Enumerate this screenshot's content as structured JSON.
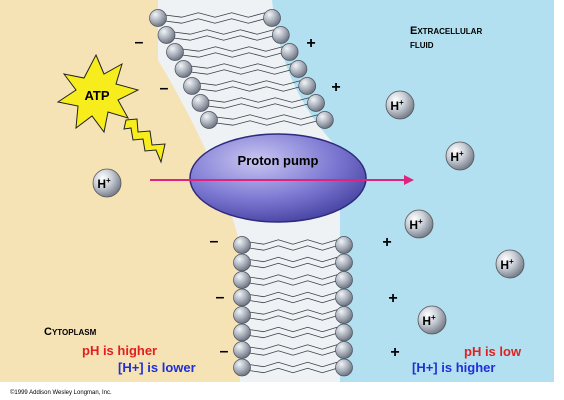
{
  "labels": {
    "extracellular_line1": "Extracellular",
    "extracellular_line2": "fluid",
    "cytoplasm": "Cytoplasm",
    "atp": "ATP",
    "proton_pump": "Proton pump",
    "hydrogen_ion": "H",
    "hydrogen_ion_charge": "+",
    "cyto_ph": "pH is higher",
    "cyto_h": "[H+] is lower",
    "extra_ph": "pH is low",
    "extra_h": "[H+] is higher",
    "copyright": "©1999 Addison Wesley Longman, Inc.",
    "minus_sign": "–",
    "plus_sign": "+"
  },
  "colors": {
    "cytoplasm_fill": "#f5e3b6",
    "extracellular_fill": "#b3e0f0",
    "membrane_head": "#9aa2ae",
    "pump_fill": "#7a78cc",
    "arrow": "#e0237f",
    "atp_burst": "#f7ec1c",
    "ph_text": "#e02020",
    "h_text": "#1f2fd8"
  }
}
